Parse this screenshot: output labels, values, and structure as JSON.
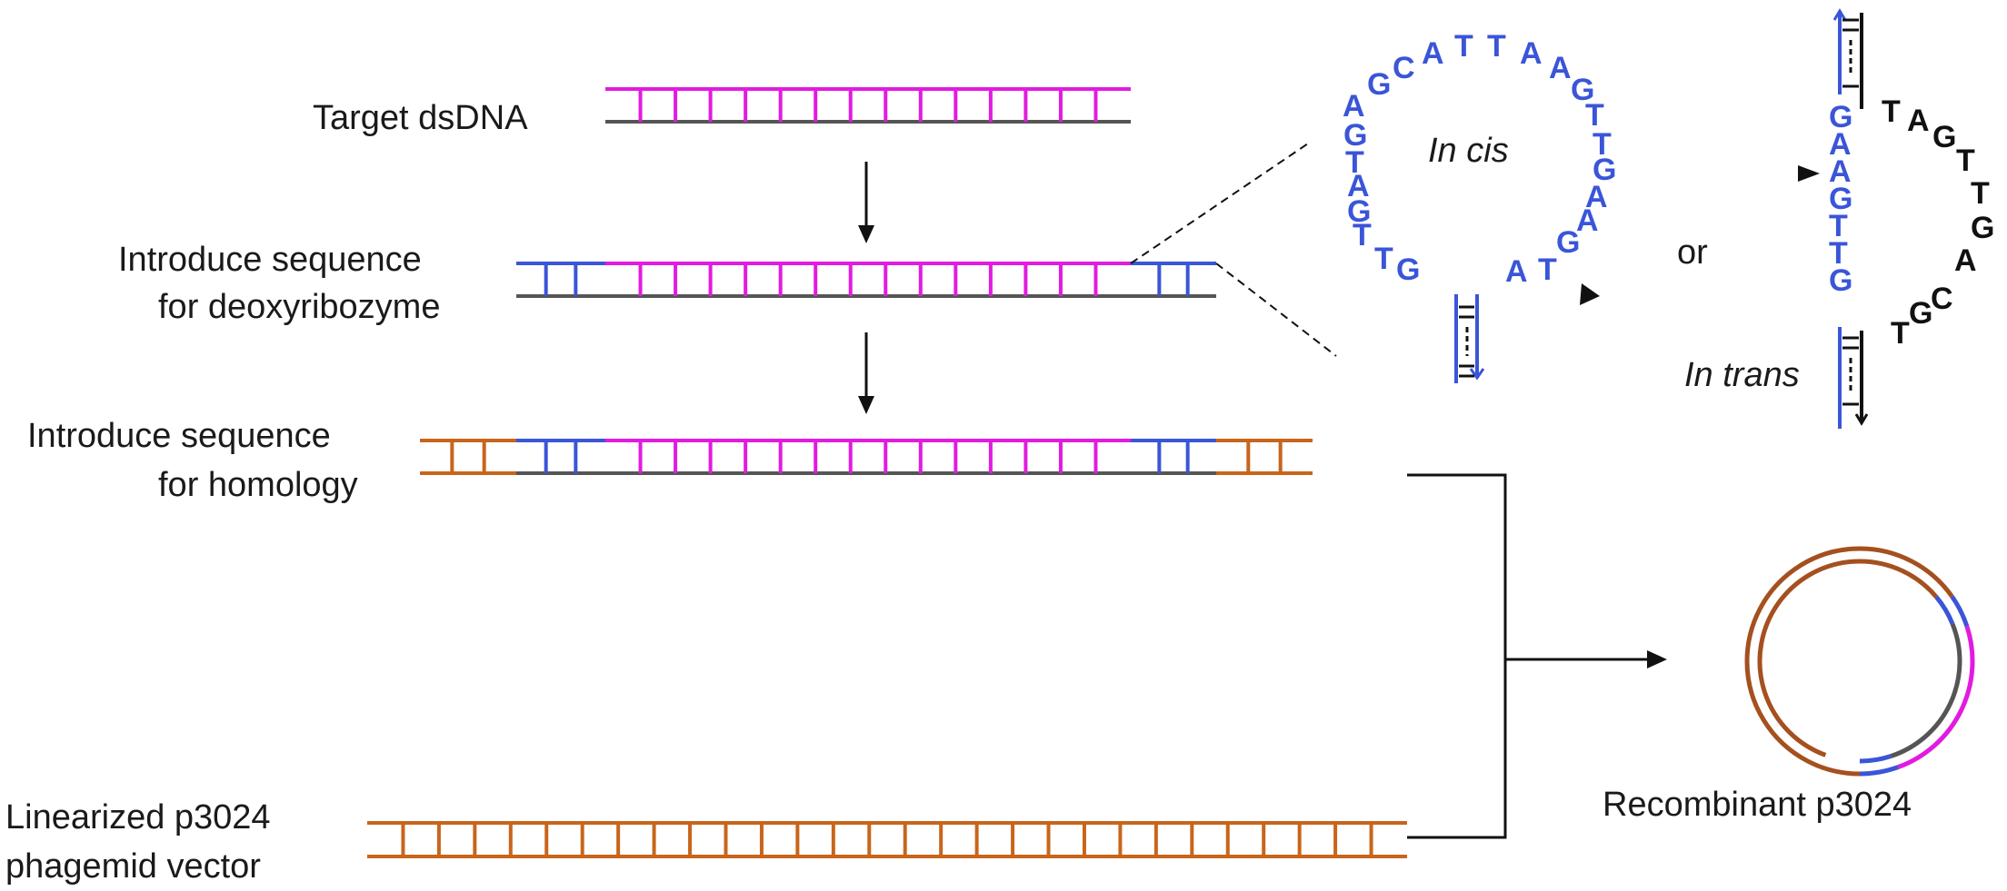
{
  "labels": {
    "target": "Target dsDNA",
    "deoxy_line1": "Introduce sequence",
    "deoxy_line2": "for deoxyribozyme",
    "homology_line1": "Introduce sequence",
    "homology_line2": "for homology",
    "vector_line1": "Linearized p3024",
    "vector_line2": "phagemid vector",
    "recombinant": "Recombinant p3024",
    "in_cis": "In cis",
    "in_trans": "In trans",
    "or": "or"
  },
  "cis_loop_sequence": "AGCATTAAGTTGAAGTAGTTGATG",
  "trans_loop_sequence": "TAGTTGACGT",
  "trans_stem_sequence": "GAAGTTG",
  "colors": {
    "target": "#e21be0",
    "deoxyribozyme": "#3a55d8",
    "homology": "#c8651b",
    "vector": "#c8651b",
    "bottom_strand": "#555555",
    "recombinant_ring": "#a5501f",
    "text": "#1a1a1a"
  }
}
